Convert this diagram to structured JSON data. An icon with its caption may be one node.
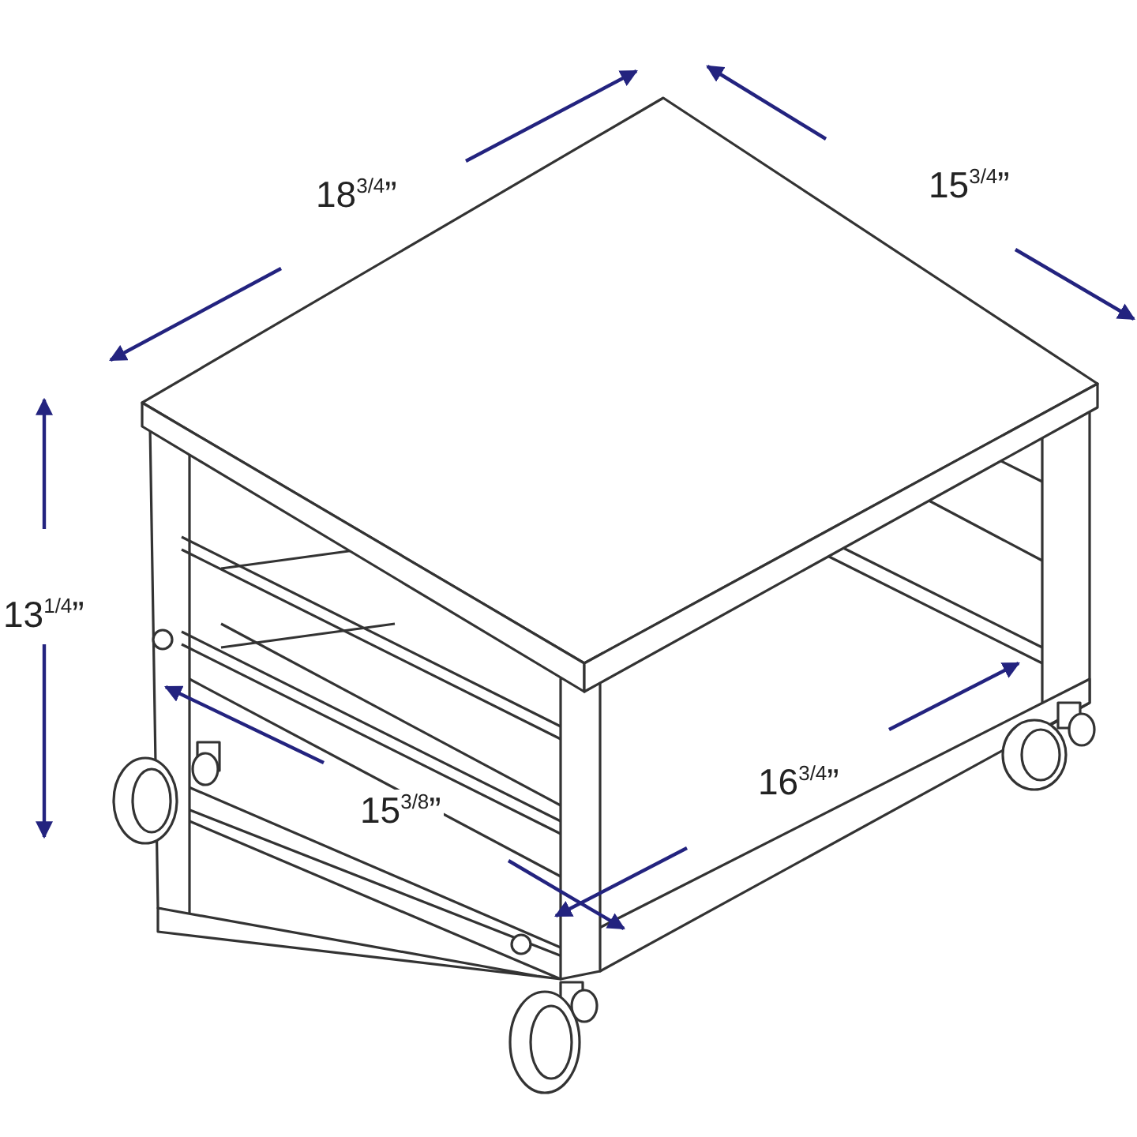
{
  "diagram": {
    "labels": [
      "18$^{3/4}$”",
      "15$^{3/4}$”",
      "13$^{1/4}$”",
      "15$^{3/8}$”",
      "16$^{3/4}$”"
    ]
  }
}
